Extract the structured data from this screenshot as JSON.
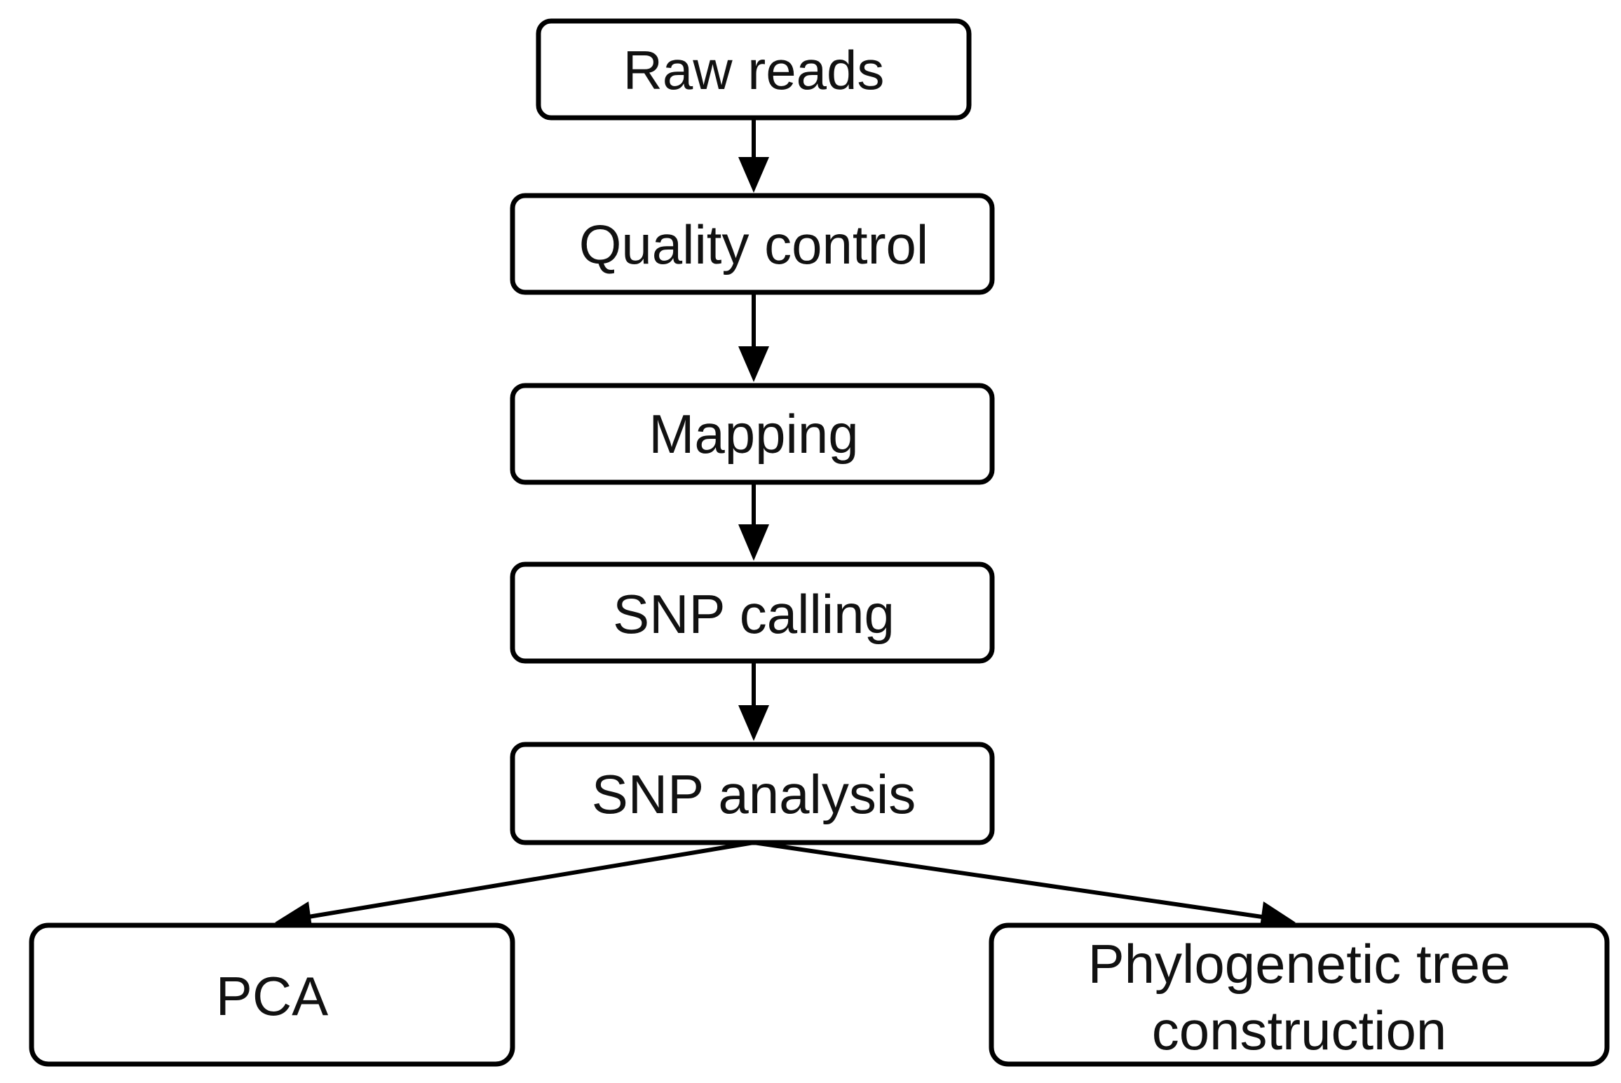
{
  "nodes": [
    {
      "id": "raw-reads",
      "label": "Raw reads"
    },
    {
      "id": "quality-control",
      "label": "Quality control"
    },
    {
      "id": "mapping",
      "label": "Mapping"
    },
    {
      "id": "snp-calling",
      "label": "SNP calling"
    },
    {
      "id": "snp-analysis",
      "label": "SNP analysis"
    },
    {
      "id": "pca",
      "label": "PCA"
    },
    {
      "id": "phylogenetic-tree-construction",
      "label_line1": "Phylogenetic tree",
      "label_line2": "construction"
    }
  ],
  "edges": [
    {
      "from": "raw-reads",
      "to": "quality-control"
    },
    {
      "from": "quality-control",
      "to": "mapping"
    },
    {
      "from": "mapping",
      "to": "snp-calling"
    },
    {
      "from": "snp-calling",
      "to": "snp-analysis"
    },
    {
      "from": "snp-analysis",
      "to": "pca"
    },
    {
      "from": "snp-analysis",
      "to": "phylogenetic-tree-construction"
    }
  ]
}
